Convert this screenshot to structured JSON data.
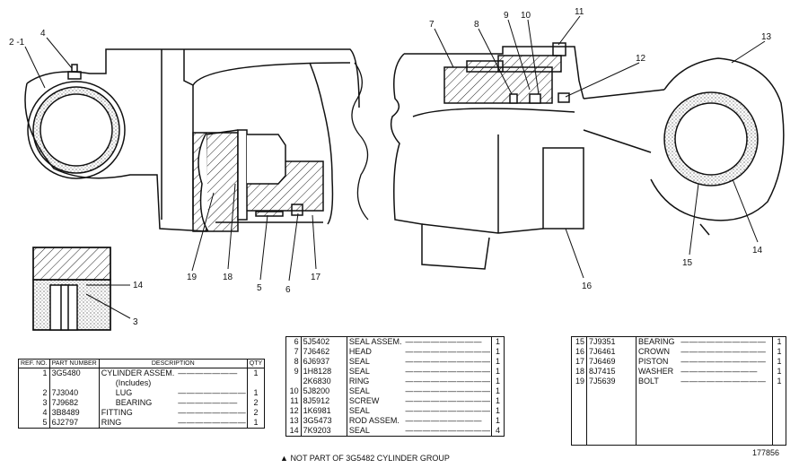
{
  "callouts": {
    "c2_1": "2 -1",
    "c4": "4",
    "c7": "7",
    "c8": "8",
    "c9": "9",
    "c10": "10",
    "c11": "11",
    "c12": "12",
    "c13": "13",
    "c14a": "14",
    "c14b": "14",
    "c15": "15",
    "c16": "16",
    "c17": "17",
    "c18": "18",
    "c19": "19",
    "c5": "5",
    "c6": "6",
    "c3": "3"
  },
  "table_left": {
    "headers": {
      "ref": "REF. NO.",
      "part": "PART NUMBER",
      "desc": "DESCRIPTION",
      "qty": "QTY"
    },
    "rows": [
      {
        "ref": "1",
        "part": "3G5480",
        "desc": "CYLINDER ASSEM.",
        "qty": "1"
      },
      {
        "ref": "",
        "part": "",
        "desc": "(Includes)",
        "qty": ""
      },
      {
        "ref": "2",
        "part": "7J3040",
        "desc": "LUG",
        "qty": "1"
      },
      {
        "ref": "3",
        "part": "7J9682",
        "desc": "BEARING",
        "qty": "2"
      },
      {
        "ref": "4",
        "part": "3B8489",
        "desc": "FITTING",
        "qty": "2"
      },
      {
        "ref": "5",
        "part": "6J2797",
        "desc": "RING",
        "qty": "1"
      }
    ]
  },
  "table_mid": {
    "rows": [
      {
        "ref": "6",
        "part": "5J5402",
        "desc": "SEAL ASSEM.",
        "qty": "1"
      },
      {
        "ref": "7",
        "part": "7J6462",
        "desc": "HEAD",
        "qty": "1"
      },
      {
        "ref": "8",
        "part": "6J6937",
        "desc": "SEAL",
        "qty": "1"
      },
      {
        "ref": "9",
        "part": "1H8128",
        "desc": "SEAL",
        "qty": "1"
      },
      {
        "ref": "",
        "part": "2K6830",
        "desc": "RING",
        "qty": "1"
      },
      {
        "ref": "10",
        "part": "5J8200",
        "desc": "SEAL",
        "qty": "1"
      },
      {
        "ref": "11",
        "part": "8J5912",
        "desc": "SCREW",
        "qty": "1"
      },
      {
        "ref": "12",
        "part": "1K6981",
        "desc": "SEAL",
        "qty": "1"
      },
      {
        "ref": "13",
        "part": "3G5473",
        "desc": "ROD ASSEM.",
        "qty": "1"
      },
      {
        "ref": "14",
        "part": "7K9203",
        "desc": "SEAL",
        "qty": "4"
      }
    ]
  },
  "table_right": {
    "rows": [
      {
        "ref": "15",
        "part": "7J9351",
        "desc": "BEARING",
        "qty": "1"
      },
      {
        "ref": "16",
        "part": "7J6461",
        "desc": "CROWN",
        "qty": "1"
      },
      {
        "ref": "17",
        "part": "7J6469",
        "desc": "PISTON",
        "qty": "1"
      },
      {
        "ref": "18",
        "part": "8J7415",
        "desc": "WASHER",
        "qty": "1"
      },
      {
        "ref": "19",
        "part": "7J5639",
        "desc": "BOLT",
        "qty": "1"
      }
    ]
  },
  "footnote": "NOT PART OF 3G5482 CYLINDER GROUP",
  "figure_code": "177856"
}
